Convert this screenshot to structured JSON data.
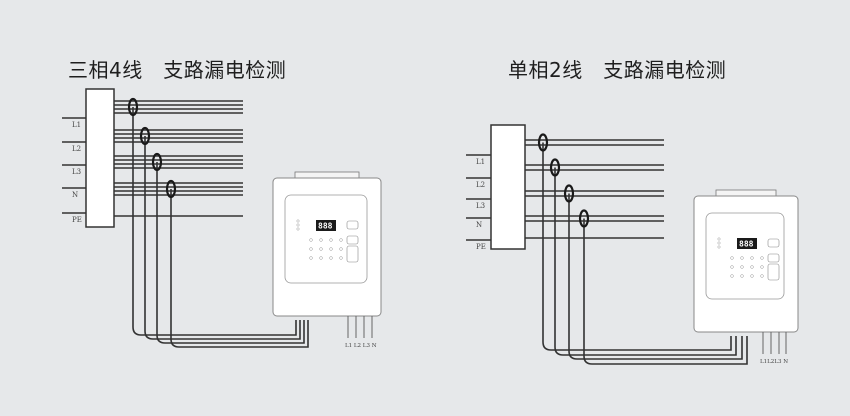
{
  "diagrams": [
    {
      "title": "三相4线   支路漏电检测",
      "input_labels": [
        "L1",
        "L2",
        "L3",
        "N",
        "PE"
      ],
      "output_labels": [
        "L1",
        "L2",
        "L3",
        "N"
      ],
      "output_label_text": "L1 L2 L3 N",
      "display_text": "888",
      "lines_per_branch": 4,
      "ct_count": 4
    },
    {
      "title": "单相2线   支路漏电检测",
      "input_labels": [
        "L1",
        "L2",
        "L3",
        "N",
        "PE"
      ],
      "output_labels": [
        "L1",
        "L2",
        "L3",
        "N"
      ],
      "output_label_text": "L1L2L3 N",
      "display_text": "888",
      "lines_per_branch": 2,
      "ct_count": 4
    }
  ],
  "colors": {
    "wire": "#333333",
    "background": "#e6e8ea",
    "device": "#ffffff",
    "display": "#1a1a1a"
  }
}
